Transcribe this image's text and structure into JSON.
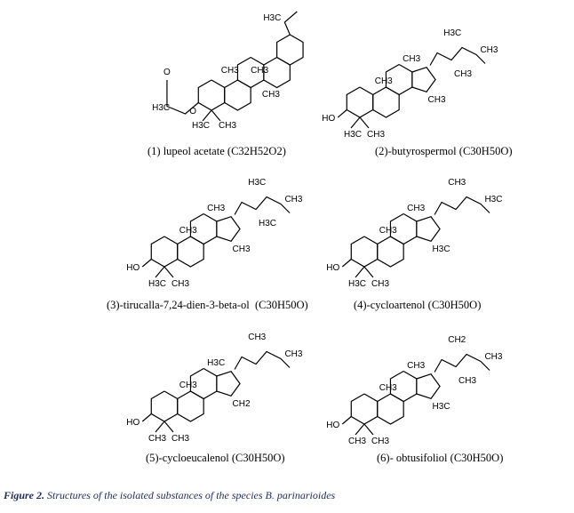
{
  "figure_caption": {
    "label": "Figure 2.",
    "text": "Structures of the isolated substances of the species B. parinarioides"
  },
  "compounds": [
    {
      "name": "(1) lupeol acetate",
      "formula": "C32H52O2",
      "labels": [
        "H3C",
        "O",
        "O",
        "CH3",
        "CH3",
        "H3C",
        "CH3",
        "CH3",
        "H3C"
      ]
    },
    {
      "name": "(2)-butyrospermol",
      "formula": "C30H50O",
      "labels": [
        "HO",
        "H3C",
        "CH3",
        "CH3",
        "CH3",
        "CH3",
        "H3C",
        "CH3",
        "CH3"
      ]
    },
    {
      "name": "(3)-tirucalla-7,24-dien-3-beta-ol",
      "formula": "C30H50O",
      "labels": [
        "HO",
        "H3C",
        "CH3",
        "CH3",
        "CH3",
        "CH3",
        "H3C",
        "CH3",
        "H3C"
      ]
    },
    {
      "name": "(4)-cycloartenol",
      "formula": "C30H50O",
      "labels": [
        "HO",
        "H3C",
        "CH3",
        "CH3",
        "CH3",
        "H3C",
        "CH3",
        "H3C"
      ]
    },
    {
      "name": "(5)-cycloeucalenol",
      "formula": "C30H50O",
      "labels": [
        "HO",
        "CH3",
        "CH3",
        "CH3",
        "H3C",
        "CH2",
        "CH3",
        "CH3"
      ]
    },
    {
      "name": "(6)- obtusifoliol",
      "formula": "C30H50O",
      "labels": [
        "HO",
        "CH3",
        "CH3",
        "CH3",
        "CH3",
        "H3C",
        "CH2",
        "CH3",
        "CH3"
      ]
    }
  ]
}
